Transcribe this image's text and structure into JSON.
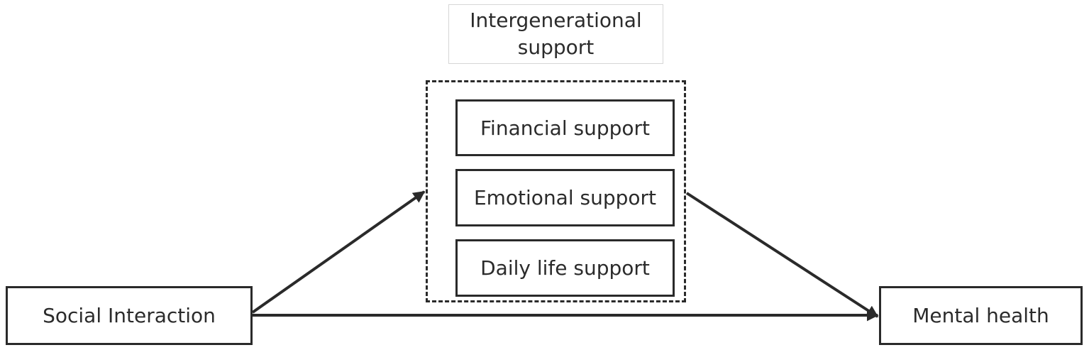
{
  "diagram": {
    "mediator_title": "Intergenerational support",
    "mediators": [
      "Financial support",
      "Emotional support",
      "Daily life support"
    ],
    "independent_variable": "Social Interaction",
    "dependent_variable": "Mental health",
    "colors": {
      "stroke": "#2a2a2a",
      "title_border": "#d6d6d6",
      "background": "#ffffff"
    }
  }
}
